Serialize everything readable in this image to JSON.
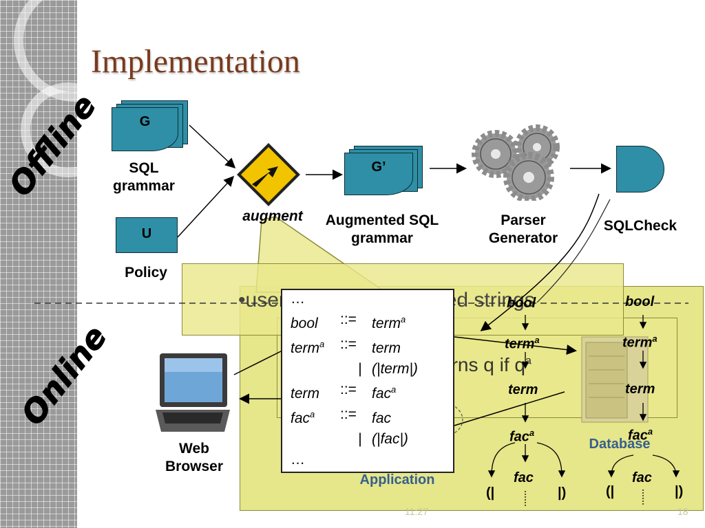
{
  "slide": {
    "title": "Implementation",
    "offline_label": "Offline",
    "online_label": "Online",
    "footer_time": "11:27",
    "footer_page": "18"
  },
  "offline": {
    "g_doc": "G",
    "sql_grammar": "SQL grammar",
    "u_doc": "U",
    "policy": "Policy",
    "augment": "augment",
    "gprime_doc": "G’",
    "augmented_grammar": "Augmented SQL grammar",
    "parser_generator": "Parser Generator",
    "sqlcheck": "SQLCheck"
  },
  "online": {
    "panel_text_1": "•user-supplied generated strings",
    "panel_text_2": "urns q if q",
    "panel_text_2_sup": "a",
    "web_browser": "Web Browser",
    "application": "Application",
    "database": "Database"
  },
  "grammar": {
    "lines": [
      {
        "lhs": "…",
        "lhs_sup": "",
        "op": "",
        "rhs": "",
        "rhs_sup": ""
      },
      {
        "lhs": "bool",
        "lhs_sup": "",
        "op": "::=",
        "rhs": "term",
        "rhs_sup": "a"
      },
      {
        "lhs": "term",
        "lhs_sup": "a",
        "op": "::=",
        "rhs": "term",
        "rhs_sup": ""
      },
      {
        "lhs": "",
        "lhs_sup": "",
        "op": "|",
        "rhs": "(|term|)",
        "rhs_sup": ""
      },
      {
        "lhs": "term",
        "lhs_sup": "",
        "op": "::=",
        "rhs": "fac",
        "rhs_sup": "a"
      },
      {
        "lhs": "fac",
        "lhs_sup": "a",
        "op": "::=",
        "rhs": "fac",
        "rhs_sup": ""
      },
      {
        "lhs": "",
        "lhs_sup": "",
        "op": "|",
        "rhs": "(|fac|)",
        "rhs_sup": ""
      },
      {
        "lhs": "…",
        "lhs_sup": "",
        "op": "",
        "rhs": "",
        "rhs_sup": ""
      }
    ]
  },
  "tree1": {
    "bool": "bool",
    "term_a": "term",
    "term_a_sup": "a",
    "term": "term",
    "fac_a": "fac",
    "fac_a_sup": "a",
    "fac": "fac",
    "open": "(|",
    "close": "|)"
  },
  "tree2": {
    "bool": "bool",
    "term_a": "term",
    "term_a_sup": "a",
    "term": "term",
    "fac_a": "fac",
    "fac_a_sup": "a",
    "fac": "fac",
    "open": "(|",
    "close": "|)"
  },
  "colors": {
    "title": "#7a3a1d",
    "doc_fill": "#2e8fa6",
    "panel": "#e9e88c",
    "sign": "#f2c400"
  }
}
